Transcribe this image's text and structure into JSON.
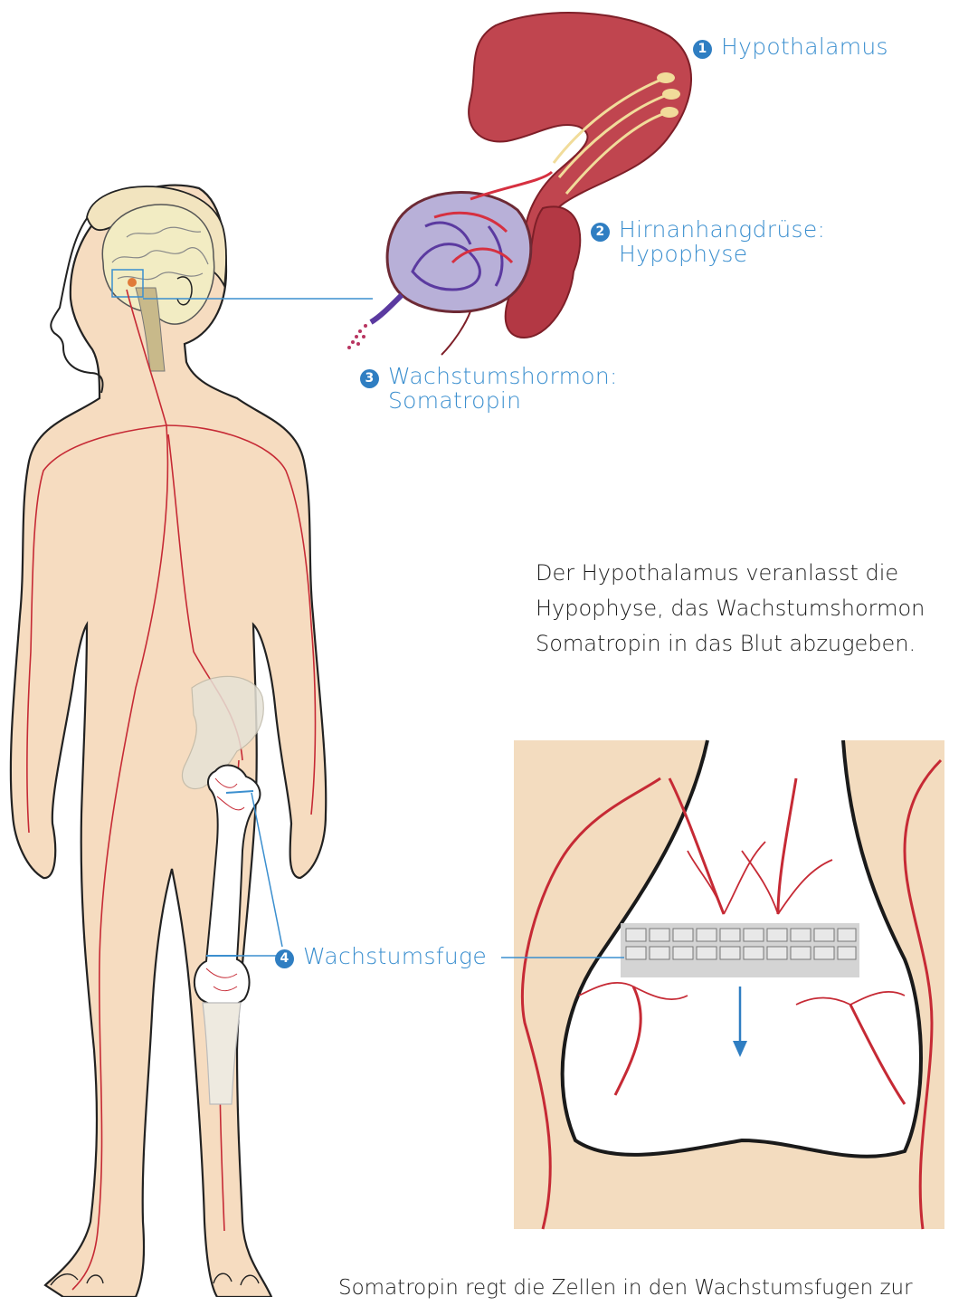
{
  "labels": {
    "hypothalamus": {
      "num": "1",
      "text": "Hypothalamus"
    },
    "hypophyse": {
      "num": "2",
      "line1": "Hirnanhangdrüse:",
      "line2": "Hypophyse"
    },
    "hormon": {
      "num": "3",
      "line1": "Wachstumshormon:",
      "line2": "Somatropin"
    },
    "fuge": {
      "num": "4",
      "text": "Wachstumsfuge"
    }
  },
  "captions": {
    "top": [
      "Der Hypothalamus veranlasst die",
      "Hypophyse, das Wachstumshormon",
      "Somatropin in das Blut abzugeben."
    ],
    "bottom": "Somatropin regt die Zellen in den Wachstumsfugen zur"
  },
  "colors": {
    "skin": "#f6dcc0",
    "blood": "#c62a35",
    "label": "#3b8fcf",
    "panel": "#f3dcbf"
  }
}
